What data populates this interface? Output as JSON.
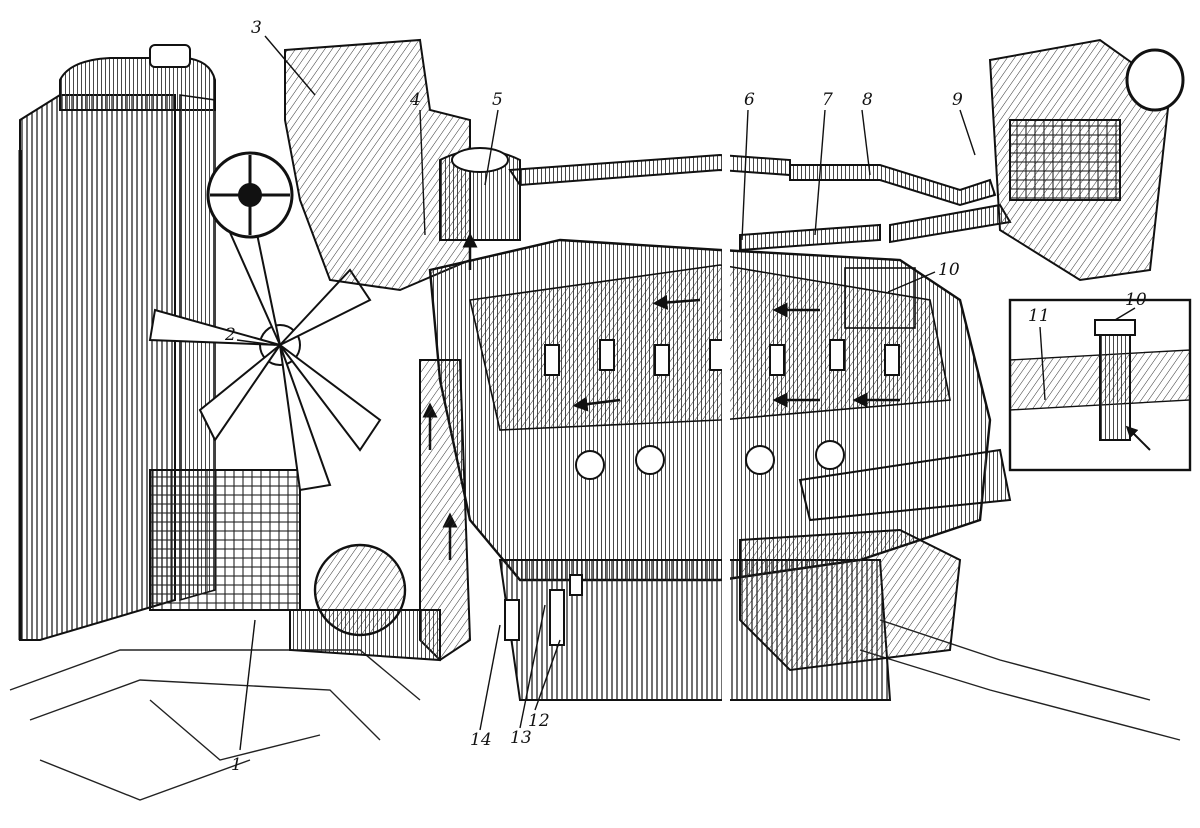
{
  "callouts": [
    {
      "label": "1"
    },
    {
      "label": "2"
    },
    {
      "label": "3"
    },
    {
      "label": "4"
    },
    {
      "label": "5"
    },
    {
      "label": "6"
    },
    {
      "label": "7"
    },
    {
      "label": "8"
    },
    {
      "label": "9"
    },
    {
      "label": "10"
    },
    {
      "label": "10"
    },
    {
      "label": "11"
    },
    {
      "label": "12"
    },
    {
      "label": "13"
    },
    {
      "label": "14"
    }
  ],
  "colors": {
    "ink": "#1a1a1a",
    "paper": "#ffffff"
  }
}
